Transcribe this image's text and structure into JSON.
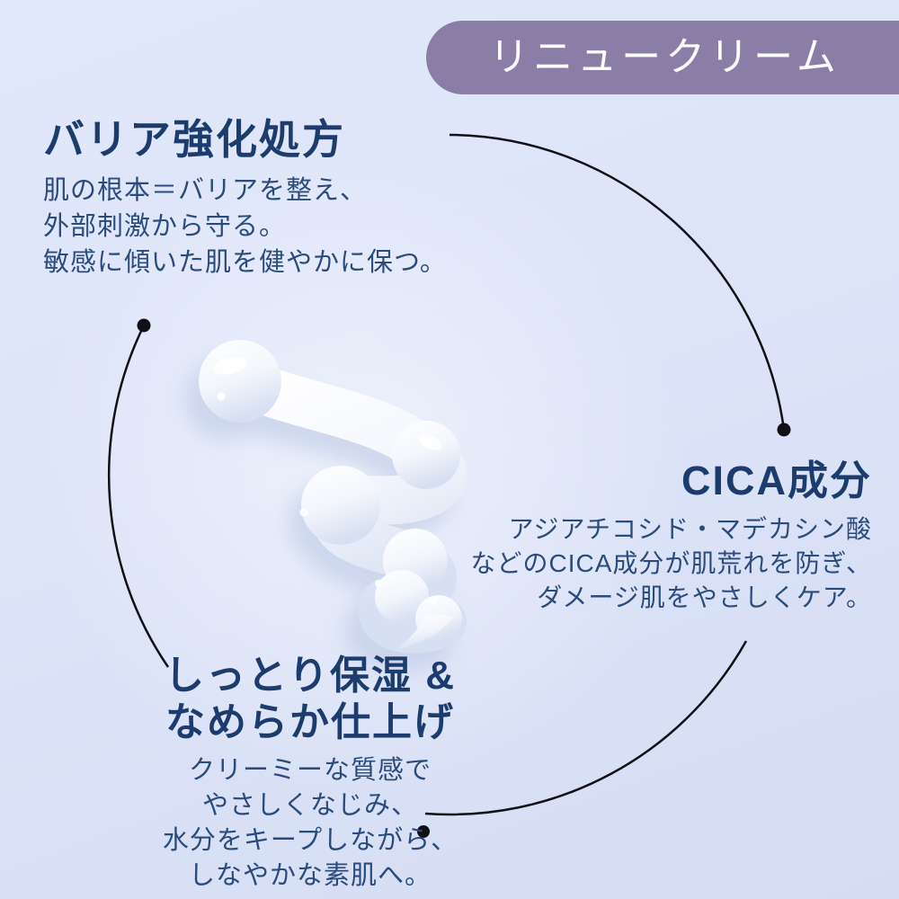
{
  "banner": {
    "label": "リニュークリーム",
    "bg_color": "#8b7ea6",
    "text_color": "#fcfcff"
  },
  "sections": {
    "barrier": {
      "heading": "バリア強化処方",
      "lines": [
        "肌の根本＝バリアを整え、",
        "外部刺激から守る。",
        "敏感に傾いた肌を健やかに保つ。"
      ]
    },
    "cica": {
      "heading": "CICA成分",
      "lines": [
        "アジアチコシド・マデカシン酸",
        "などのCICA成分が肌荒れを防ぎ、",
        "ダメージ肌をやさしくケア。"
      ]
    },
    "moisture": {
      "heading_lines": [
        "しっとり保湿 &",
        "なめらか仕上げ"
      ],
      "lines": [
        "クリーミーな質感で",
        "やさしくなじみ、",
        "水分をキープしながら、",
        "しなやかな素肌へ。"
      ]
    }
  },
  "colors": {
    "background": "#dde4f8",
    "banner": "#8b7ea6",
    "heading_text": "#1d3c6e",
    "body_text": "#2a4b7c",
    "connector_line": "#101016",
    "cream_shadow": "#b3c1e0"
  },
  "decor": {
    "center_visual": "cream-swirl-photo",
    "connector_dots": 3,
    "connector_arcs": 3
  }
}
